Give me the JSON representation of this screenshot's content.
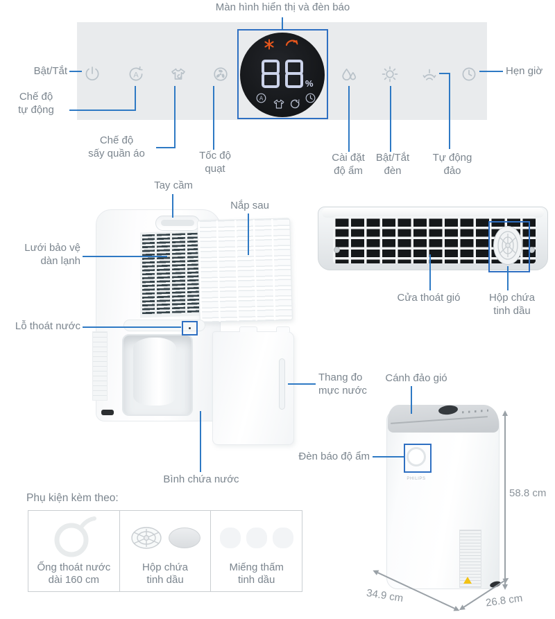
{
  "colors": {
    "accent_blue": "#2e6fc2",
    "line_blue": "#2e79c4",
    "display_orange": "#e8571d",
    "panel_bg": "#e9ebed",
    "digit_color": "#ccd3ea",
    "label_gray": "#7b858e"
  },
  "header": {
    "display_callout": "Màn hình hiển thị và đèn báo"
  },
  "display": {
    "value": "88",
    "unit": "%"
  },
  "panel": {
    "buttons": [
      {
        "icon": "power-icon",
        "label": "Bật/Tắt"
      },
      {
        "icon": "auto-mode-icon",
        "label": [
          "Chế độ",
          "tự động"
        ]
      },
      {
        "icon": "dry-clothes-icon",
        "label": [
          "Chế độ",
          "sấy quần áo"
        ]
      },
      {
        "icon": "fan-speed-icon",
        "label": [
          "Tốc độ",
          "quạt"
        ]
      },
      {
        "icon": "humidity-set-icon",
        "label": [
          "Cài đặt",
          "độ ẩm"
        ]
      },
      {
        "icon": "light-toggle-icon",
        "label": [
          "Bật/Tắt",
          "đèn"
        ]
      },
      {
        "icon": "auto-swing-icon",
        "label": [
          "Tự động",
          "đảo"
        ]
      },
      {
        "icon": "timer-icon",
        "label": "Hẹn giờ"
      }
    ]
  },
  "parts": {
    "handle": "Tay cầm",
    "back_cover": "Nắp sau",
    "coil_guard": [
      "Lưới bảo vệ",
      "dàn lạnh"
    ],
    "drain_hole": "Lỗ thoát nước",
    "water_level_scale": [
      "Thang đo",
      "mực nước"
    ],
    "water_tank": "Bình chứa nước",
    "air_outlet": "Cửa thoát gió",
    "essential_oil_box": [
      "Hộp chứa",
      "tinh dầu"
    ],
    "swing_louver": "Cánh đảo gió",
    "humidity_indicator": "Đèn báo độ ẩm"
  },
  "dimensions": {
    "height": "58.8 cm",
    "width": "34.9 cm",
    "depth": "26.8 cm"
  },
  "product": {
    "brand": "PHILIPS"
  },
  "accessories": {
    "title": "Phụ kiện kèm theo:",
    "items": [
      {
        "name": "drain-hose",
        "label": [
          "Ống thoát nước",
          "dài 160 cm"
        ]
      },
      {
        "name": "essential-oil-box",
        "label": [
          "Hộp chứa",
          "tinh dầu"
        ]
      },
      {
        "name": "oil-absorbing-pads",
        "label": [
          "Miếng thấm",
          "tinh dầu"
        ]
      }
    ]
  }
}
